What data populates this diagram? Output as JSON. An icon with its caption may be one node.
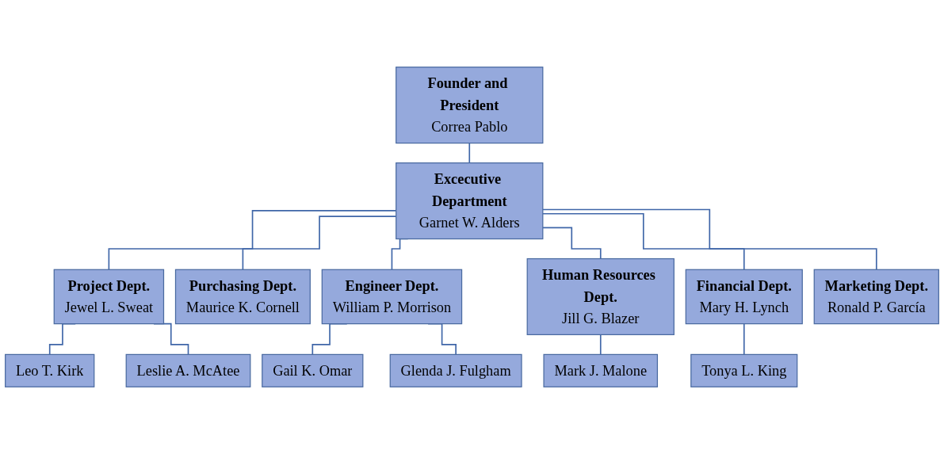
{
  "diagram": {
    "nodes": [
      {
        "text": [
          "Founder and President",
          "Correa Pablo"
        ]
      },
      {
        "text": [
          "Excecutive Department",
          "Garnet W. Alders"
        ]
      },
      {
        "text": [
          "Project Dept.",
          "Jewel L. Sweat"
        ]
      },
      {
        "text": [
          "Purchasing Dept.",
          "Maurice K. Cornell"
        ]
      },
      {
        "text": [
          "Engineer Dept.",
          "William P. Morrison"
        ]
      },
      {
        "text": [
          "Human Resources Dept.",
          "Jill G. Blazer"
        ]
      },
      {
        "text": [
          "Financial Dept.",
          "Mary H. Lynch"
        ]
      },
      {
        "text": [
          "Marketing Dept.",
          "Ronald P. García"
        ]
      },
      {
        "text": [
          "Leo T. Kirk"
        ]
      },
      {
        "text": [
          "Leslie A. McAtee"
        ]
      },
      {
        "text": [
          "Gail K. Omar"
        ]
      },
      {
        "text": [
          "Glenda J. Fulgham"
        ]
      },
      {
        "text": [
          "Mark J. Malone"
        ]
      },
      {
        "text": [
          "Tonya L. King"
        ]
      }
    ],
    "edges": [
      {
        "from": 0,
        "to": 1,
        "arrow": "none"
      },
      {
        "from": 1,
        "to": 2,
        "arrow": "none"
      },
      {
        "from": 1,
        "to": 3,
        "arrow": "none"
      },
      {
        "from": 1,
        "to": 4,
        "arrow": "none"
      },
      {
        "from": 1,
        "to": 5,
        "arrow": "none"
      },
      {
        "from": 1,
        "to": 6,
        "arrow": "none"
      },
      {
        "from": 1,
        "to": 7,
        "arrow": "none"
      },
      {
        "from": 2,
        "to": 8,
        "arrow": "none"
      },
      {
        "from": 2,
        "to": 9,
        "arrow": "none"
      },
      {
        "from": 4,
        "to": 10,
        "arrow": "none"
      },
      {
        "from": 4,
        "to": 11,
        "arrow": "none"
      },
      {
        "from": 5,
        "to": 12,
        "arrow": "none"
      },
      {
        "from": 6,
        "to": 13,
        "arrow": "none"
      }
    ]
  }
}
